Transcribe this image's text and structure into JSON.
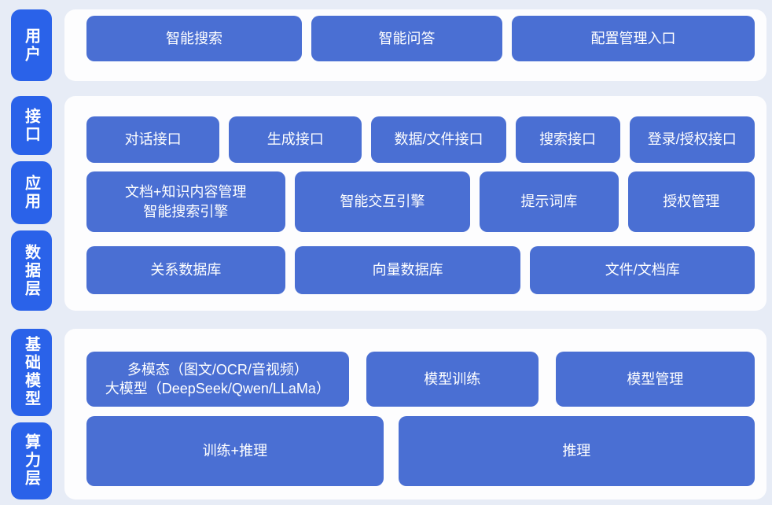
{
  "colors": {
    "background": "#e7ecf6",
    "panel": "#fdfdfe",
    "pill_blue": "#2a62e9",
    "box_blue": "#4a6fd3",
    "text": "#ffffff"
  },
  "sections": [
    {
      "labels": [
        {
          "text": "用户"
        }
      ],
      "rows": [
        {
          "boxes": [
            {
              "label": "智能搜索"
            },
            {
              "label": "智能问答"
            },
            {
              "label": "配置管理入口"
            }
          ]
        }
      ]
    },
    {
      "labels": [
        {
          "text": "接口"
        },
        {
          "text": "应用"
        },
        {
          "text": "数据层"
        }
      ],
      "rows": [
        {
          "boxes": [
            {
              "label": "对话接口"
            },
            {
              "label": "生成接口"
            },
            {
              "label": "数据/文件接口"
            },
            {
              "label": "搜索接口"
            },
            {
              "label": "登录/授权接口"
            }
          ]
        },
        {
          "boxes": [
            {
              "label": "文档+知识内容管理\n智能搜索引擎"
            },
            {
              "label": "智能交互引擎"
            },
            {
              "label": "提示词库"
            },
            {
              "label": "授权管理"
            }
          ]
        },
        {
          "boxes": [
            {
              "label": "关系数据库"
            },
            {
              "label": "向量数据库"
            },
            {
              "label": "文件/文档库"
            }
          ]
        }
      ]
    },
    {
      "labels": [
        {
          "text": "基础模型"
        },
        {
          "text": "算力层"
        }
      ],
      "rows": [
        {
          "boxes": [
            {
              "label": "多模态（图文/OCR/音视频）\n大模型（DeepSeek/Qwen/LLaMa）"
            },
            {
              "label": "模型训练"
            },
            {
              "label": "模型管理"
            }
          ]
        },
        {
          "boxes": [
            {
              "label": "训练+推理"
            },
            {
              "label": "推理"
            }
          ]
        }
      ]
    }
  ]
}
